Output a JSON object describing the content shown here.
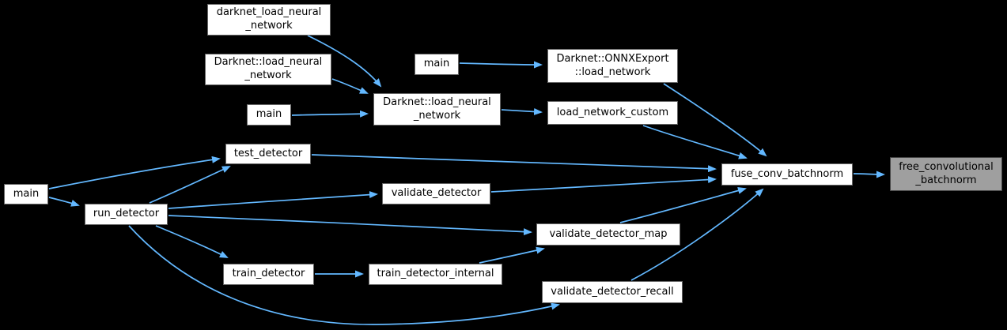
{
  "diagram": {
    "type": "call-graph",
    "colors": {
      "background": "#000000",
      "edge": "#63b8ff",
      "node_fill": "#ffffff",
      "node_border": "#666666",
      "focus_node_fill": "#9f9f9f",
      "focus_node_border": "#454545",
      "text": "#000000"
    },
    "nodes": {
      "darknet_load_neural_network": {
        "line1": "darknet_load_neural",
        "line2": "_network"
      },
      "darknet_ns_load_neural_network_left": {
        "line1": "Darknet::load_neural",
        "line2": "_network"
      },
      "main_mid": {
        "line1": "main"
      },
      "darknet_ns_load_neural_network_center": {
        "line1": "Darknet::load_neural",
        "line2": "_network"
      },
      "main_top": {
        "line1": "main"
      },
      "darknet_onnx_export_load_network": {
        "line1": "Darknet::ONNXExport",
        "line2": "::load_network"
      },
      "load_network_custom": {
        "line1": "load_network_custom"
      },
      "test_detector": {
        "line1": "test_detector"
      },
      "main_left": {
        "line1": "main"
      },
      "run_detector": {
        "line1": "run_detector"
      },
      "validate_detector": {
        "line1": "validate_detector"
      },
      "validate_detector_map": {
        "line1": "validate_detector_map"
      },
      "train_detector": {
        "line1": "train_detector"
      },
      "train_detector_internal": {
        "line1": "train_detector_internal"
      },
      "validate_detector_recall": {
        "line1": "validate_detector_recall"
      },
      "fuse_conv_batchnorm": {
        "line1": "fuse_conv_batchnorm"
      },
      "free_convolutional_batchnorm": {
        "line1": "free_convolutional",
        "line2": "_batchnorm"
      }
    },
    "edges": [
      {
        "from": "main_top",
        "to": "darknet_onnx_export_load_network"
      },
      {
        "from": "darknet_load_neural_network",
        "to": "darknet_ns_load_neural_network_center"
      },
      {
        "from": "darknet_ns_load_neural_network_left",
        "to": "darknet_ns_load_neural_network_center"
      },
      {
        "from": "main_mid",
        "to": "darknet_ns_load_neural_network_center"
      },
      {
        "from": "darknet_ns_load_neural_network_center",
        "to": "load_network_custom"
      },
      {
        "from": "darknet_onnx_export_load_network",
        "to": "fuse_conv_batchnorm"
      },
      {
        "from": "load_network_custom",
        "to": "fuse_conv_batchnorm"
      },
      {
        "from": "test_detector",
        "to": "fuse_conv_batchnorm"
      },
      {
        "from": "validate_detector",
        "to": "fuse_conv_batchnorm"
      },
      {
        "from": "validate_detector_map",
        "to": "fuse_conv_batchnorm"
      },
      {
        "from": "validate_detector_recall",
        "to": "fuse_conv_batchnorm"
      },
      {
        "from": "main_left",
        "to": "test_detector"
      },
      {
        "from": "main_left",
        "to": "run_detector"
      },
      {
        "from": "run_detector",
        "to": "test_detector"
      },
      {
        "from": "run_detector",
        "to": "validate_detector"
      },
      {
        "from": "run_detector",
        "to": "validate_detector_map"
      },
      {
        "from": "run_detector",
        "to": "train_detector"
      },
      {
        "from": "run_detector",
        "to": "validate_detector_recall"
      },
      {
        "from": "train_detector",
        "to": "train_detector_internal"
      },
      {
        "from": "train_detector_internal",
        "to": "validate_detector_map"
      },
      {
        "from": "fuse_conv_batchnorm",
        "to": "free_convolutional_batchnorm"
      }
    ]
  }
}
